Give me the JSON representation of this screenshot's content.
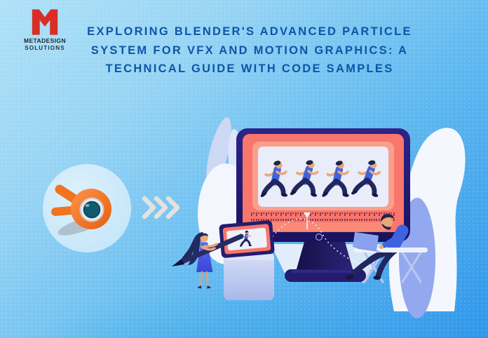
{
  "brand": {
    "name_line1": "METADESIGN",
    "name_line2": "SOLUTIONS"
  },
  "header": {
    "title_full": "EXPLORING BLENDER'S ADVANCED PARTICLE SYSTEM FOR VFX AND MOTION GRAPHICS: A TECHNICAL GUIDE WITH CODE SAMPLES",
    "title_lines": [
      "EXPLORING BLENDER'S ADVANCED PARTICLE",
      "SYSTEM FOR VFX AND MOTION GRAPHICS: A",
      "TECHNICAL GUIDE WITH CODE SAMPLES"
    ]
  },
  "colors": {
    "background_top": "#B0E1F8",
    "background_bottom": "#2F96EA",
    "title_text": "#0D55A8",
    "logo_red": "#DA2D26",
    "logo_text": "#1D232E",
    "monitor_bezel_navy": "#241C6E",
    "monitor_screen_coral": "#F8766B",
    "monitor_inner_frame": "#FB9F8D",
    "monitor_inner_screen": "#E9ECF9",
    "runner_shirt_blue": "#3D63E0",
    "runner_pants_navy": "#23265E",
    "skin_tone": "#E8A87C",
    "blender_orange": "#F0731F",
    "blender_core_teal": "#0D5C72",
    "chevron_gray": "#E4E2E0",
    "highlight_circle_blue": "#CFE9FA",
    "cloud_white": "#F4F7FD",
    "periwinkle_accent": "#92A8EF",
    "tick_maroon": "#8C3252"
  },
  "illustration": {
    "parts": [
      "blender-logo-icon",
      "forward-chevrons-icon",
      "monitor-with-animation-frames",
      "running-figure-frames",
      "timeline-ruler",
      "playhead-marker",
      "tablet-preview-screen",
      "pedestal-block",
      "monitor-stand",
      "woman-animator-with-stylus",
      "stylus-pen",
      "man-working-on-laptop",
      "desk",
      "laptop-icon",
      "cloud-blobs",
      "leaf-shapes",
      "highlight-circle"
    ]
  }
}
